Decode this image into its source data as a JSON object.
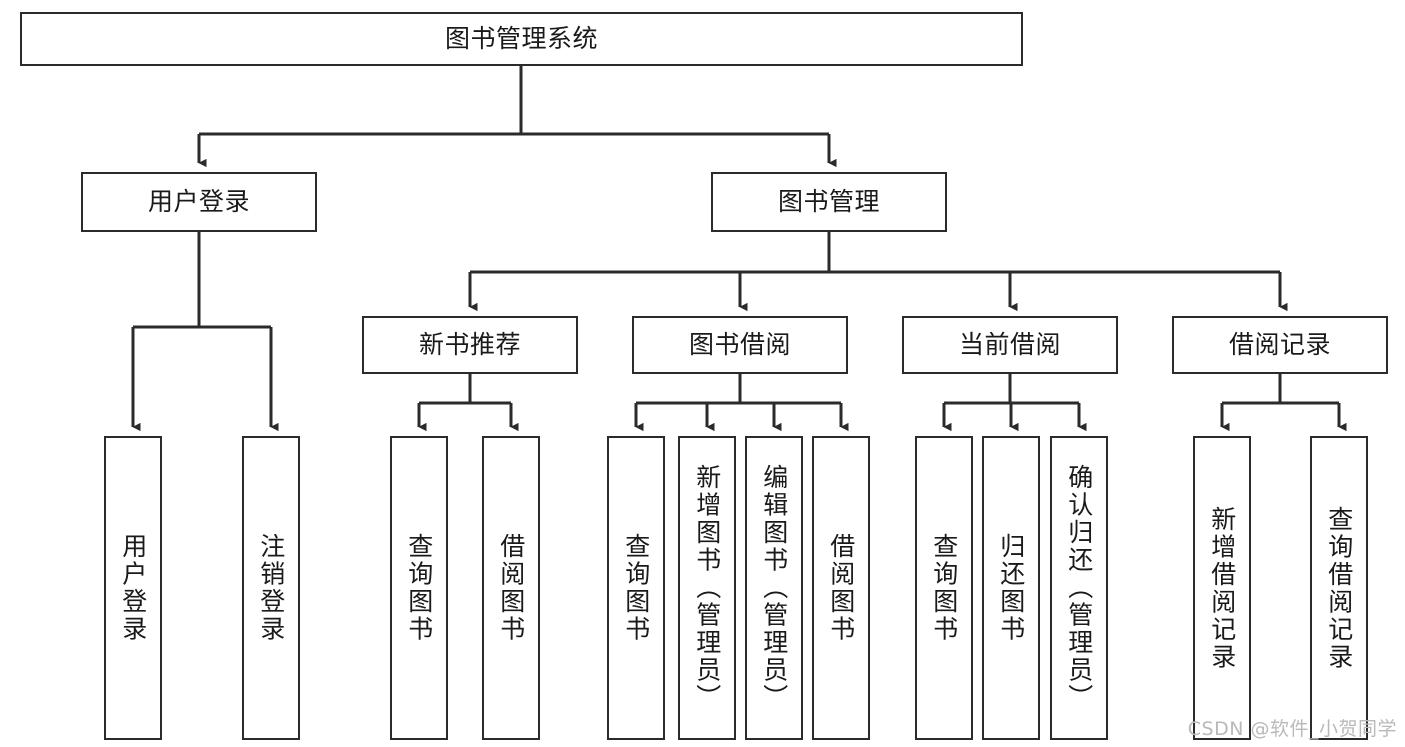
{
  "diagram": {
    "title": "图书管理系统",
    "watermark": "CSDN @软件_小贺同学",
    "colors": {
      "stroke": "#2b2b2b",
      "fill": "#ffffff",
      "text": "#1a1a1a",
      "watermark": "#b9b9b9"
    },
    "levels": {
      "root": {
        "label": "图书管理系统"
      },
      "level2": [
        {
          "id": "user-login",
          "label": "用户登录"
        },
        {
          "id": "book-manage",
          "label": "图书管理"
        }
      ],
      "level3": [
        {
          "id": "new-book-recommend",
          "label": "新书推荐",
          "parent": "book-manage"
        },
        {
          "id": "book-borrow",
          "label": "图书借阅",
          "parent": "book-manage"
        },
        {
          "id": "current-borrow",
          "label": "当前借阅",
          "parent": "book-manage"
        },
        {
          "id": "borrow-record",
          "label": "借阅记录",
          "parent": "book-manage"
        }
      ],
      "level4": [
        {
          "id": "leaf-user-login",
          "label": "用户登录",
          "parent": "user-login"
        },
        {
          "id": "leaf-logout",
          "label": "注销登录",
          "parent": "user-login"
        },
        {
          "id": "leaf-query-book-rec",
          "label": "查询图书",
          "parent": "new-book-recommend"
        },
        {
          "id": "leaf-borrow-book-rec",
          "label": "借阅图书",
          "parent": "new-book-recommend"
        },
        {
          "id": "leaf-query-book-bor",
          "label": "查询图书",
          "parent": "book-borrow"
        },
        {
          "id": "leaf-add-book",
          "label": "新增图书（管理员）",
          "parent": "book-borrow"
        },
        {
          "id": "leaf-edit-book",
          "label": "编辑图书（管理员）",
          "parent": "book-borrow"
        },
        {
          "id": "leaf-borrow-book",
          "label": "借阅图书",
          "parent": "book-borrow"
        },
        {
          "id": "leaf-query-book-cur",
          "label": "查询图书",
          "parent": "current-borrow"
        },
        {
          "id": "leaf-return-book",
          "label": "归还图书",
          "parent": "current-borrow"
        },
        {
          "id": "leaf-confirm-return",
          "label": "确认归还（管理员）",
          "parent": "current-borrow"
        },
        {
          "id": "leaf-add-record",
          "label": "新增借阅记录",
          "parent": "borrow-record"
        },
        {
          "id": "leaf-query-record",
          "label": "查询借阅记录",
          "parent": "borrow-record"
        }
      ]
    }
  }
}
